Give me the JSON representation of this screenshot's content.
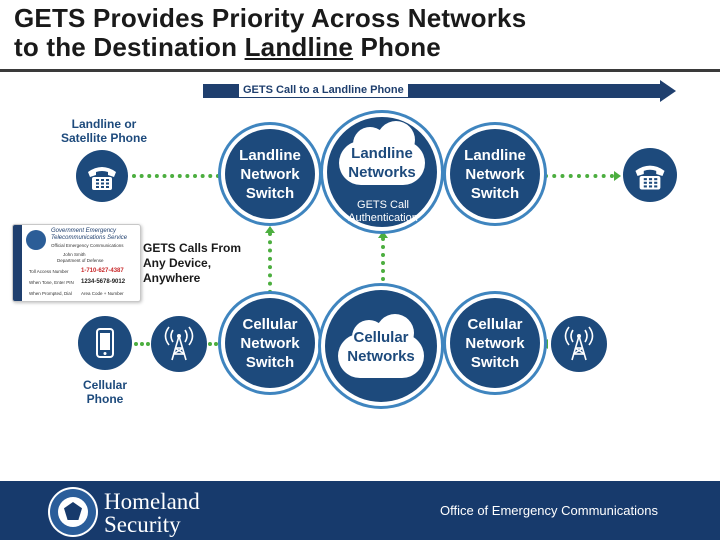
{
  "title": {
    "line1": "GETS Provides Priority Across Networks",
    "line2_prefix": "to the Destination ",
    "line2_underlined": "Landline",
    "line2_suffix": " Phone"
  },
  "banner": {
    "label": "GETS Call to a Landline Phone"
  },
  "landline_origin": {
    "label": "Landline or Satellite Phone",
    "icon": "telephone-icon"
  },
  "landline_switch_left": {
    "label": "Landline Network Switch"
  },
  "landline_networks": {
    "label": "Landline Networks",
    "auth_label": "GETS Call Authentication"
  },
  "landline_switch_right": {
    "label": "Landline Network Switch"
  },
  "destination_phone": {
    "icon": "telephone-icon"
  },
  "cellular_origin": {
    "label": "Cellular Phone",
    "icon": "smartphone-icon"
  },
  "cell_tower_left": {
    "icon": "cell-tower-icon"
  },
  "cellular_switch_left": {
    "label": "Cellular Network Switch"
  },
  "cellular_networks": {
    "label": "Cellular Networks"
  },
  "cellular_switch_right": {
    "label": "Cellular Network Switch"
  },
  "cell_tower_right": {
    "icon": "cell-tower-icon"
  },
  "gets_card": {
    "org_line1": "Government Emergency",
    "org_line2": "Telecommunications Service",
    "org_line3": "Official Emergency Communications",
    "name": "John Smith",
    "dept": "Department of Defense",
    "row1_label": "Toll Access Number",
    "row1_value": "1-710-627-4387",
    "row2_label": "When Tone, Enter PIN",
    "row2_value": "1234-5678-9012",
    "row3_label": "When Prompted, Dial",
    "row3_value": "Area Code + Number"
  },
  "gets_calls": {
    "label_line1": "GETS Calls From",
    "label_line2": "Any Device,",
    "label_line3": "Anywhere"
  },
  "footer": {
    "agency_line1": "Homeland",
    "agency_line2": "Security",
    "office": "Office of Emergency Communications",
    "colors": {
      "background": "#173a6c"
    }
  },
  "colors": {
    "node": "#1d4a7c",
    "ring": "#3f85bf",
    "connector": "#4cae3f",
    "banner": "#1f3f6e"
  }
}
